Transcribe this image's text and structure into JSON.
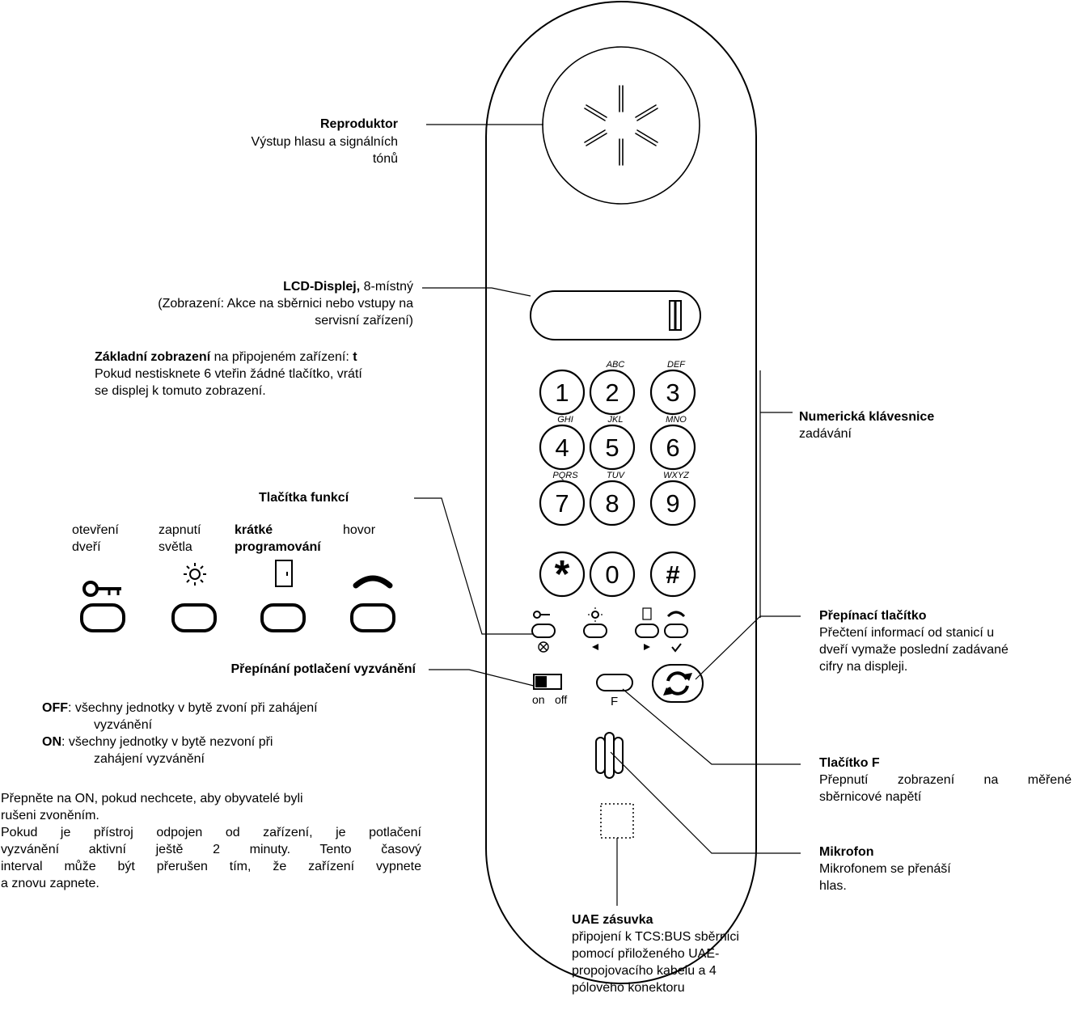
{
  "reproduktor": {
    "title": "Reproduktor",
    "desc1": "Výstup  hlasu a signálních",
    "desc2": "tónů"
  },
  "lcd": {
    "title": "LCD-Displej,",
    "suffix": " 8-místný",
    "desc1": "(Zobrazení: Akce na sběrnici nebo vstupy na",
    "desc2": "servisní zařízení)"
  },
  "basic": {
    "title": "Základní zobrazení",
    "mid": " na připojeném zařízení: ",
    "symbol": "t",
    "line2": "Pokud nestisknete 6 vteřin žádné tlačítko, vrátí",
    "line3": "se displej k tomuto zobrazení."
  },
  "func": {
    "title": "Tlačítka funkcí",
    "items": [
      {
        "l1": "otevření",
        "l2": "dveří"
      },
      {
        "l1": "zapnutí",
        "l2": "světla"
      },
      {
        "l1": "krátké",
        "l2": "programování"
      },
      {
        "l1": "hovor",
        "l2": ""
      }
    ]
  },
  "ring": {
    "title": "Přepínání  potlačení vyzvánění",
    "off_key": "OFF",
    "off_l1": ": všechny jednotky v bytě zvoní při zahájení",
    "off_l2": "vyzvánění",
    "on_key": "ON",
    "on_l1": ":   všechny jednotky v bytě nezvoní při",
    "on_l2": "zahájení vyzvánění",
    "p1": "Přepněte na ON, pokud nechcete, aby obyvatelé byli",
    "p2": "rušeni zvoněním.",
    "p3": "Pokud je přístroj odpojen od zařízení, je potlačení",
    "p4": "vyzvánění aktivní ještě 2 minuty. Tento časový",
    "p5": "interval může být přerušen tím, že zařízení vypnete",
    "p6": "a znovu zapnete."
  },
  "numpad": {
    "title": "Numerická klávesnice",
    "desc": "zadávání"
  },
  "toggle": {
    "title": "Přepínací tlačítko",
    "d1": "Přečtení informací od stanicí u",
    "d2": "dveří vymaže poslední zadávané",
    "d3": "cifry na displeji."
  },
  "fbtn": {
    "title": "Tlačítko F",
    "d1": "Přepnutí zobrazení na měřené",
    "d2": "sběrnicové napětí"
  },
  "mic": {
    "title": "Mikrofon",
    "d1": "Mikrofonem se přenáší",
    "d2": "hlas."
  },
  "uae": {
    "title": "UAE zásuvka",
    "d1": "připojení k TCS:BUS sběrnici",
    "d2": "pomocí přiloženého UAE-",
    "d3": "propojovacího kabelu a 4",
    "d4": "pólového konektoru"
  },
  "device": {
    "keys": [
      {
        "d": "1",
        "l": ""
      },
      {
        "d": "2",
        "l": "ABC"
      },
      {
        "d": "3",
        "l": "DEF"
      },
      {
        "d": "4",
        "l": "GHI"
      },
      {
        "d": "5",
        "l": "JKL"
      },
      {
        "d": "6",
        "l": "MNO"
      },
      {
        "d": "7",
        "l": "PQRS"
      },
      {
        "d": "8",
        "l": "TUV"
      },
      {
        "d": "9",
        "l": "WXYZ"
      },
      {
        "d": "*",
        "l": ""
      },
      {
        "d": "0",
        "l": ""
      },
      {
        "d": "#",
        "l": ""
      }
    ],
    "switch_on": "on",
    "switch_off": "off",
    "f_label": "F"
  }
}
